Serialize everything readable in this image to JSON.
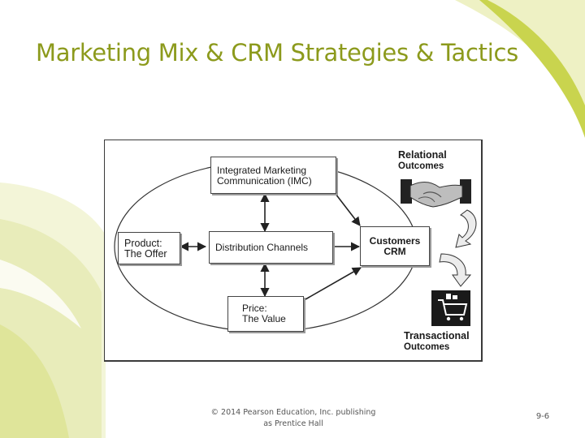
{
  "slide": {
    "title": "Marketing Mix & CRM Strategies & Tactics",
    "footer_line1": "© 2014 Pearson Education, Inc. publishing",
    "footer_line2": "as Prentice Hall",
    "page_number": "9-6"
  },
  "diagram": {
    "imc": {
      "line1": "Integrated Marketing",
      "line2": "Communication (IMC)"
    },
    "distribution": "Distribution Channels",
    "product": {
      "line1": "Product:",
      "line2": "The Offer"
    },
    "price": {
      "line1": "Price:",
      "line2": "The Value"
    },
    "customers": {
      "line1": "Customers",
      "line2": "CRM"
    },
    "relational": {
      "line1": "Relational",
      "line2": "Outcomes"
    },
    "transactional": {
      "line1": "Transactional",
      "line2": "Outcomes"
    }
  },
  "colors": {
    "title": "#8c9a1c",
    "decor_light": "#eef1c4",
    "decor_mid": "#dfe59a",
    "decor_accent": "#c9d44e"
  },
  "icons": [
    "handshake-icon",
    "shopping-cart-icon",
    "curved-arrow-icon"
  ]
}
